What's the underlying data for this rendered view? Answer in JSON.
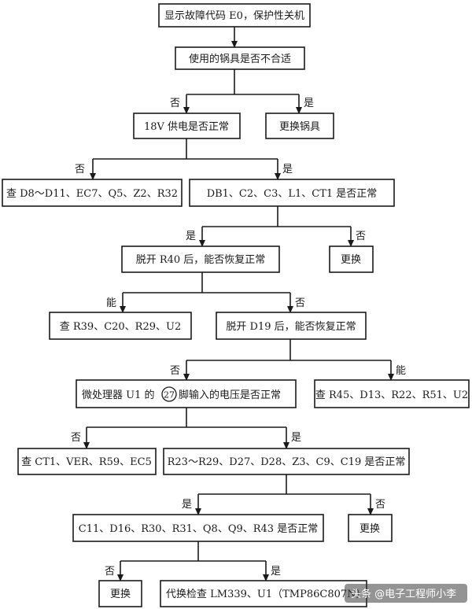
{
  "nodes": {
    "n1": "显示故障代码 E0，保护性关机",
    "n2": "使用的锅具是否不合适",
    "n3": "18V 供电是否正常",
    "n4": "更换锅具",
    "n5": "查 D8～D11、EC7、Q5、Z2、R32",
    "n6": "DB1、C2、C3、L1、CT1 是否正常",
    "n7": "脱开 R40 后，能否恢复正常",
    "n8": "更换",
    "n9": "查 R39、C20、R29、U2",
    "n10": "脱开 D19 后，能否恢复正常",
    "n11_pre": "微处理器 U1 的",
    "n11_circle": "27",
    "n11_post": "脚输入的电压是否正常",
    "n12": "查 R45、D13、R22、R51、U2",
    "n13": "查 CT1、VER、R59、EC5",
    "n14": "R23～R29、D27、D28、Z3、C9、C19 是否正常",
    "n15": "C11、D16、R30、R31、Q8、Q9、R43 是否正常",
    "n16": "更换",
    "n17": "更换",
    "n18": "代换检查 LM339、U1（TMP86C807N）"
  },
  "edge_labels": {
    "no": "否",
    "yes": "是",
    "can": "能"
  },
  "watermark": {
    "text": "头条 @电子工程师小李"
  }
}
